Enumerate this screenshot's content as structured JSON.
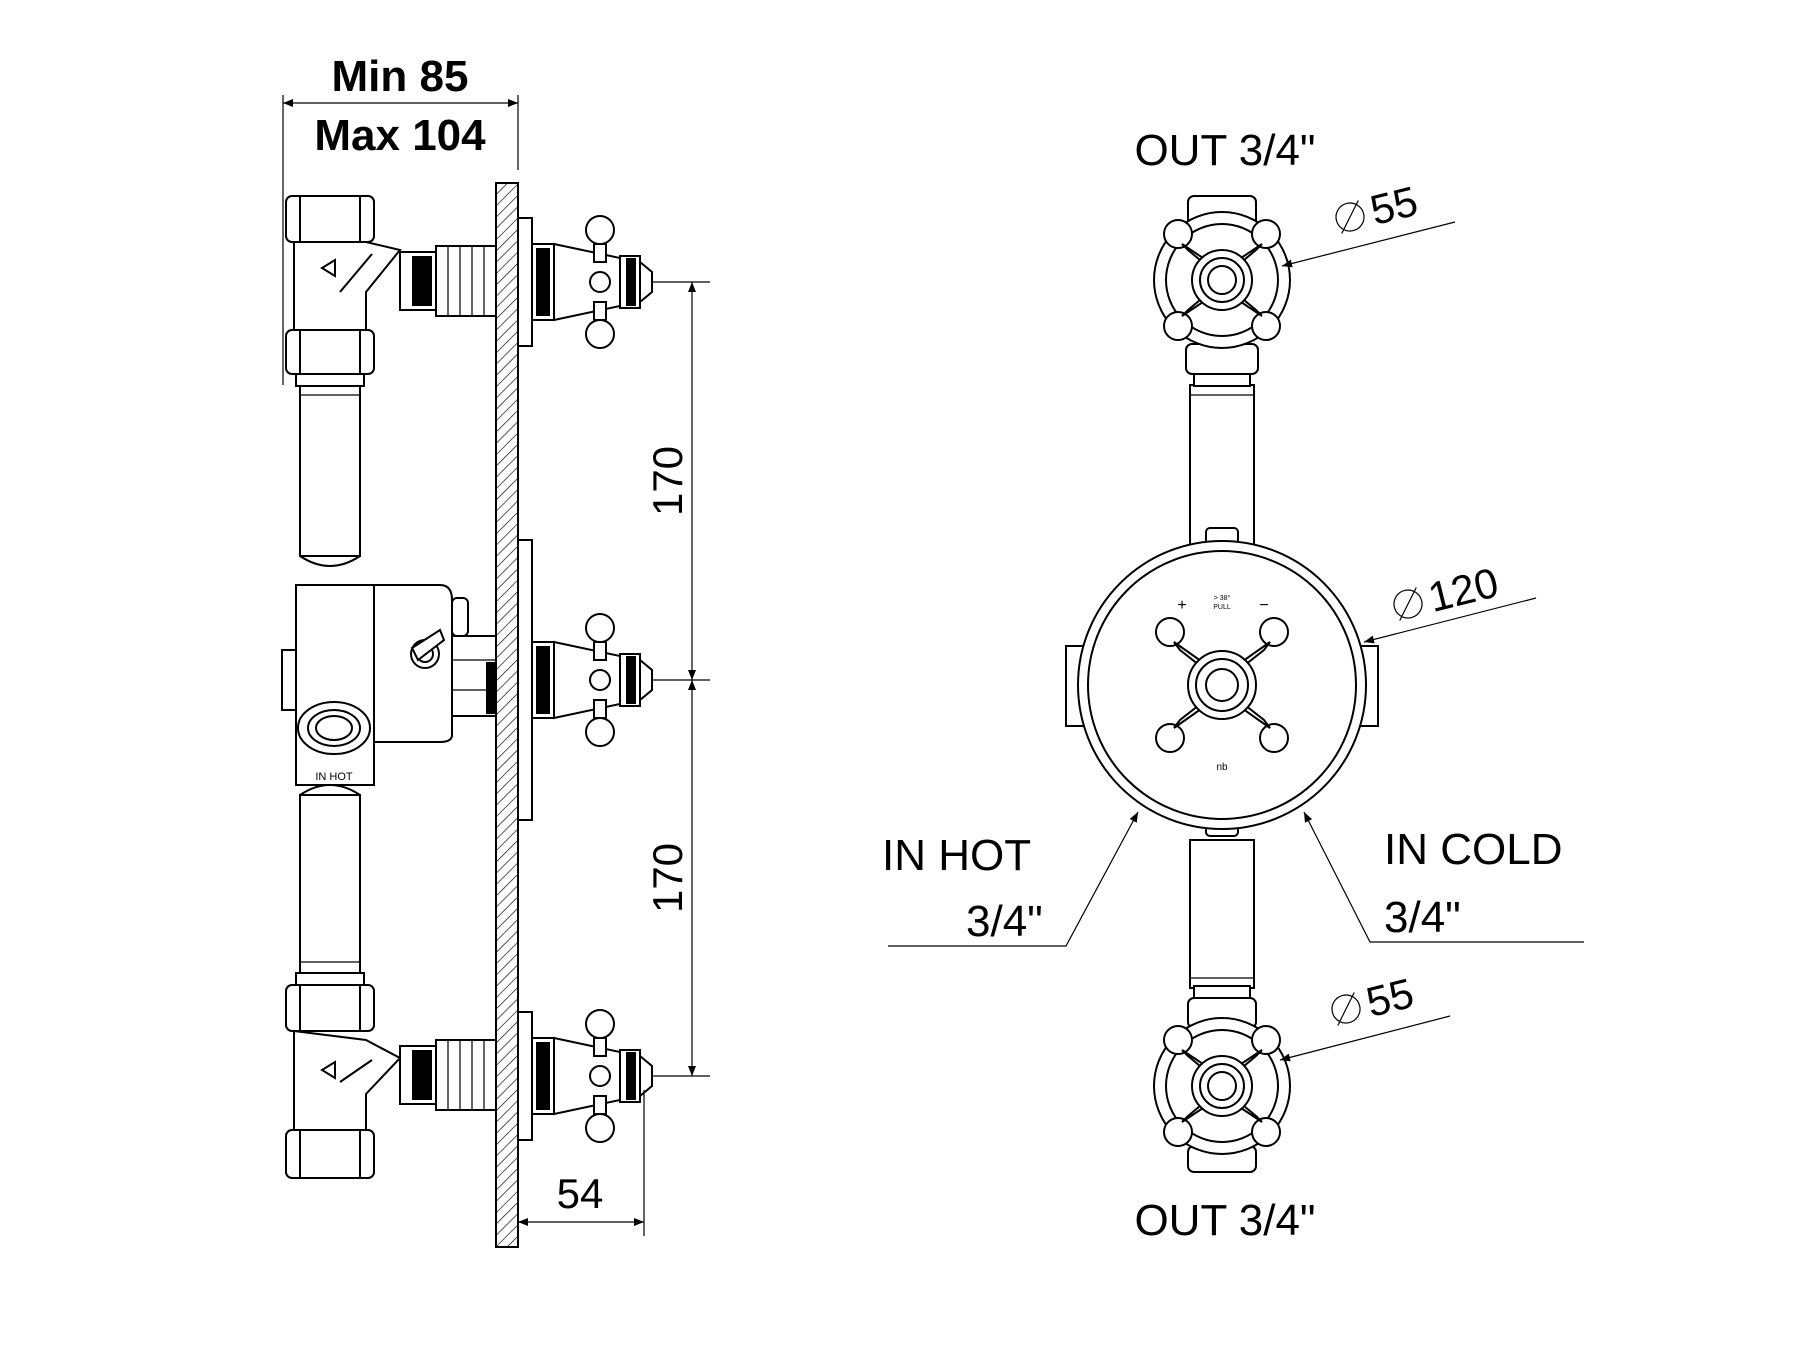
{
  "labels": {
    "min_depth": "Min 85",
    "max_depth": "Max 104",
    "spacing_top": "170",
    "spacing_bottom": "170",
    "projection": "54",
    "out_top": "OUT 3/4\"",
    "out_bottom": "OUT 3/4\"",
    "dia_top": "55",
    "dia_center": "120",
    "dia_bottom": "55",
    "in_hot_line1": "IN HOT",
    "in_hot_line2": "3/4\"",
    "in_cold_line1": "IN COLD",
    "in_cold_line2": "3/4\"",
    "body_marking": "IN HOT",
    "dial_plus": "+",
    "dial_mid_1": "> 38°",
    "dial_mid_2": "PULL",
    "dial_minus": "−",
    "brand_mark": "nb"
  },
  "colors": {
    "line": "#000000",
    "background": "#ffffff"
  }
}
